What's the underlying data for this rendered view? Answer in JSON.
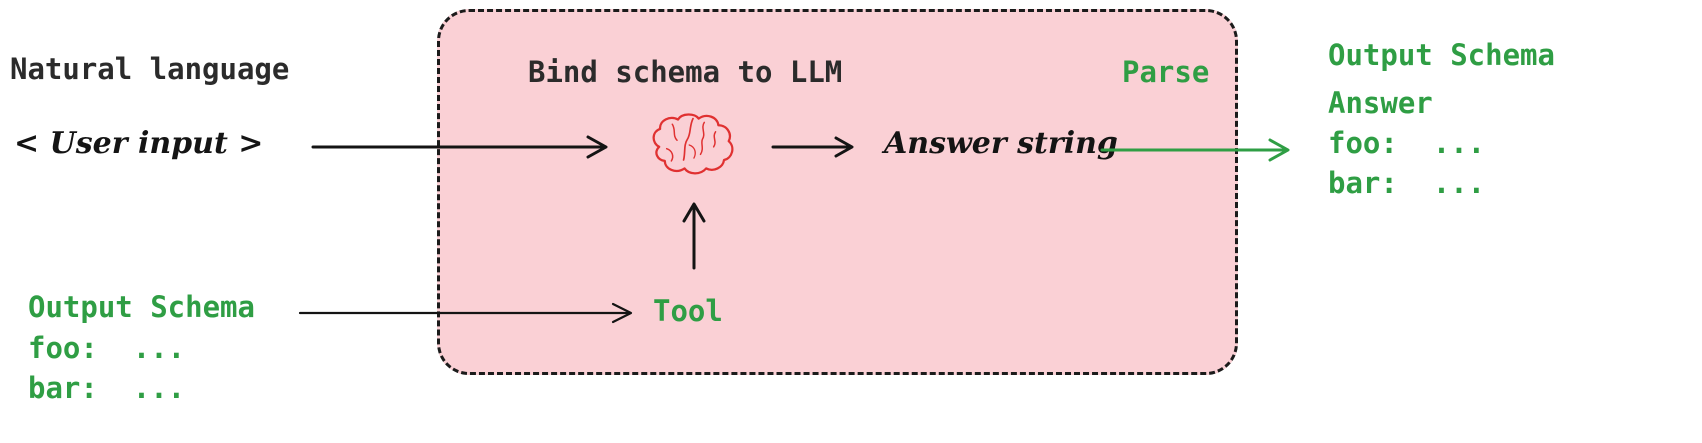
{
  "diagram": {
    "left": {
      "natural_language_label": "Natural language",
      "user_input_label": "< User input >",
      "output_schema_heading": "Output Schema",
      "schema_lines": [
        "foo:  ...",
        "bar:  ..."
      ]
    },
    "box": {
      "title": "Bind schema to LLM",
      "parse_label": "Parse",
      "answer_string_label": "Answer string",
      "tool_label": "Tool",
      "icon": "brain-icon"
    },
    "right": {
      "output_schema_heading": "Output Schema",
      "answer_label": "Answer",
      "schema_lines": [
        "foo:  ...",
        "bar:  ..."
      ]
    },
    "colors": {
      "green": "#2f9e44",
      "pink": "#fad0d5",
      "dark_text": "#2b2b2b",
      "brain_red": "#e03131",
      "arrow_black": "#141414"
    }
  }
}
